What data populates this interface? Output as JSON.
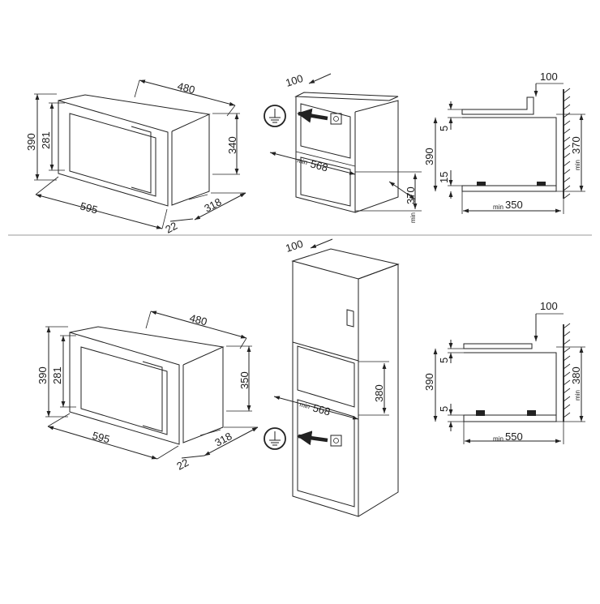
{
  "top": {
    "oven": {
      "width": "595",
      "depth": "480",
      "height_outer": "390",
      "height_window": "281",
      "height_side": "340",
      "depth_side": "318",
      "frame": "22"
    },
    "niche": {
      "gap": "100",
      "width_prefix": "min",
      "width": "568",
      "height_prefix": "min",
      "height": "370"
    },
    "side": {
      "gap": "100",
      "top_gap": "5",
      "height": "390",
      "bottom_gap": "15",
      "right_prefix": "min",
      "right": "370",
      "bottom_prefix": "min",
      "bottom": "350"
    }
  },
  "bottom": {
    "oven": {
      "width": "595",
      "depth": "480",
      "height_outer": "390",
      "height_window": "281",
      "height_side": "350",
      "depth_side": "318",
      "frame": "22"
    },
    "niche": {
      "gap": "100",
      "width_prefix": "min",
      "width": "568",
      "height": "380"
    },
    "side": {
      "gap": "100",
      "top_gap": "5",
      "height": "390",
      "bottom_gap": "5",
      "right_prefix": "min",
      "right": "380",
      "bottom_prefix": "min",
      "bottom": "550"
    }
  }
}
